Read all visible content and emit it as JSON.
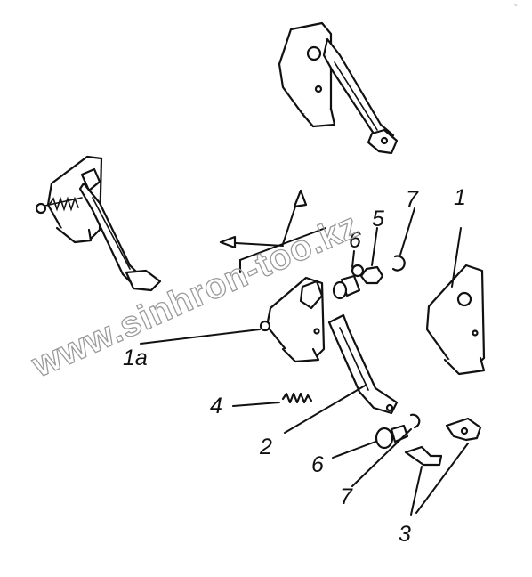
{
  "diagram": {
    "callouts": {
      "c1_top": "1",
      "c1a": "1a",
      "c2": "2",
      "c3": "3",
      "c4": "4",
      "c5": "5",
      "c6_top": "6",
      "c6_bottom": "6",
      "c7_top": "7",
      "c7_bottom": "7"
    },
    "watermark": "www.sinhron-too.kz",
    "colors": {
      "line": "#111111",
      "watermark": "#9a9a9a",
      "background": "#ffffff"
    }
  }
}
